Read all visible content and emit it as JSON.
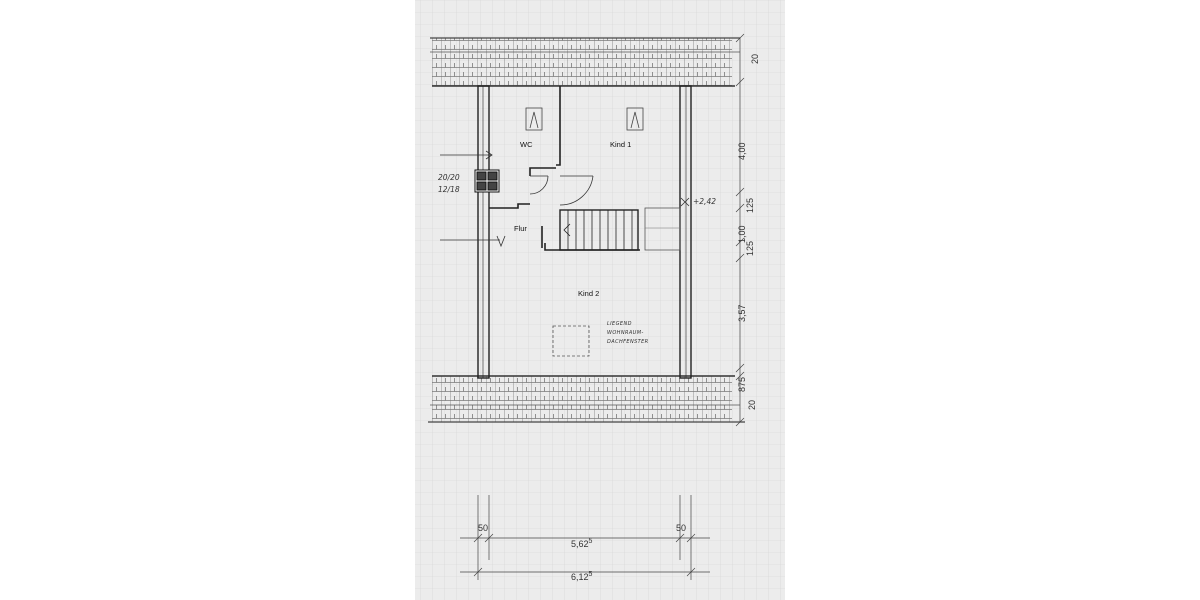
{
  "rooms": {
    "wc": "WC",
    "kind1": "Kind 1",
    "flur": "Flur",
    "kind2": "Kind 2"
  },
  "chimney": {
    "size_outer": "20/20",
    "size_inner": "12/18"
  },
  "annotations": {
    "height_mark": "+2,42",
    "skylight_line1": "LIEGEND",
    "skylight_line2": "WOHNRAUM-",
    "skylight_line3": "DACHFENSTER"
  },
  "vertical_dims": {
    "top_eave": "20",
    "kind1_depth": "4,00",
    "stair_gap_a": "125",
    "stair_gap_mid": "1,00",
    "stair_gap_b": "125",
    "kind2_depth": "3,57",
    "bottom_small": "875",
    "bottom_eave": "20"
  },
  "horizontal_dims": {
    "wall_left": "50",
    "wall_right": "50",
    "inner_width": "5,62",
    "inner_width_sup": "5",
    "outer_width": "6,12",
    "outer_width_sup": "5"
  }
}
